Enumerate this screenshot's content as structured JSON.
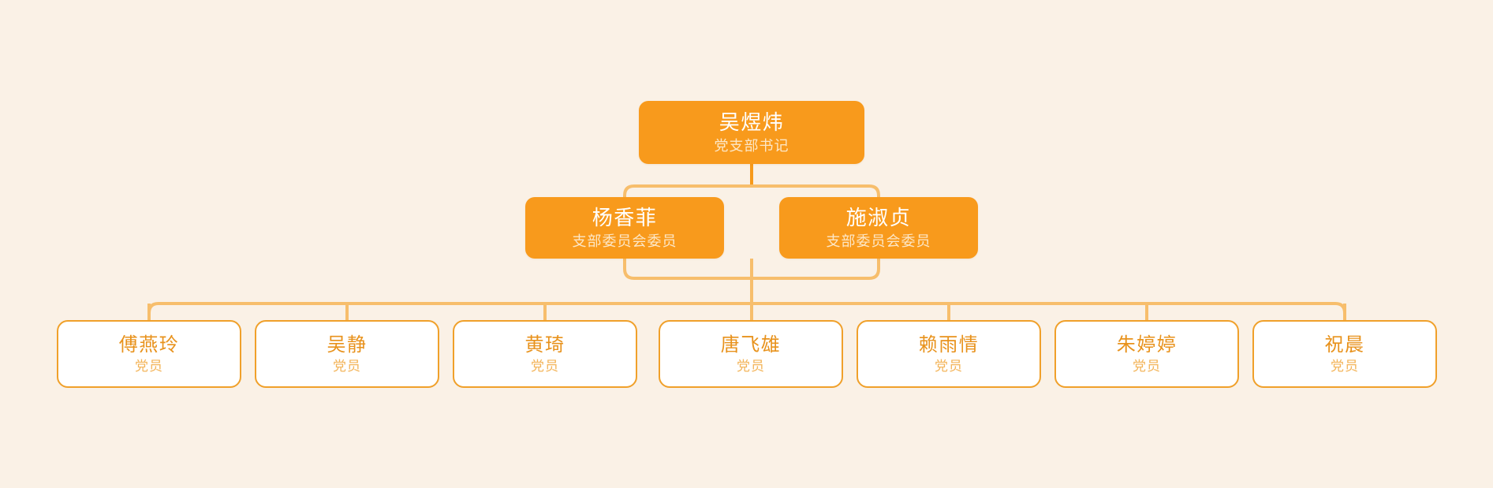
{
  "chart": {
    "type": "org-chart",
    "title": "",
    "colors": {
      "background": "#FAF1E6",
      "node_fill": "#F89A1C",
      "node_fill_text": "#FFFFFF",
      "node_fill_subtext": "#FDE7C6",
      "node_outline_border": "#F0A02A",
      "node_outline_fill": "#FFFFFF",
      "node_outline_text": "#E8921C",
      "node_outline_subtext": "#F3B459",
      "connector_primary": "#F79A1B",
      "connector_secondary": "#F7BE6C"
    },
    "levels": [
      {
        "level": 1,
        "style": "filled",
        "nodes": [
          {
            "name": "吴煜炜",
            "role": "党支部书记"
          }
        ]
      },
      {
        "level": 2,
        "style": "filled",
        "nodes": [
          {
            "name": "杨香菲",
            "role": "支部委员会委员"
          },
          {
            "name": "施淑贞",
            "role": "支部委员会委员"
          }
        ]
      },
      {
        "level": 3,
        "style": "outlined",
        "nodes": [
          {
            "name": "傅燕玲",
            "role": "党员"
          },
          {
            "name": "吴静",
            "role": "党员"
          },
          {
            "name": "黄琦",
            "role": "党员"
          },
          {
            "name": "唐飞雄",
            "role": "党员"
          },
          {
            "name": "赖雨情",
            "role": "党员"
          },
          {
            "name": "朱婷婷",
            "role": "党员"
          },
          {
            "name": "祝晨",
            "role": "党员"
          }
        ]
      }
    ]
  }
}
